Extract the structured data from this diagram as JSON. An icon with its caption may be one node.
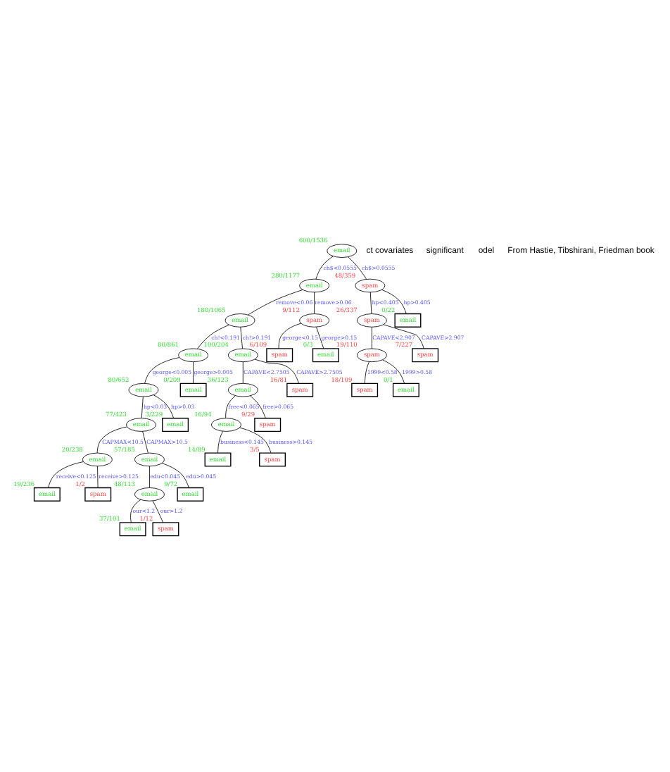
{
  "diagram": {
    "nodes": [
      {
        "text": [
          "email"
        ],
        "beside": [
          "600/1536"
        ]
      },
      {
        "text": [
          "email"
        ],
        "beside": [
          "280/1177"
        ]
      },
      {
        "text": [
          "email"
        ],
        "beside": [
          "180/1065"
        ]
      },
      {
        "text": [
          "email"
        ],
        "beside": [
          "80/861"
        ]
      },
      {
        "text": [
          "email"
        ],
        "beside": [
          "80/652"
        ]
      },
      {
        "text": [
          "email"
        ],
        "beside": [
          "77/423"
        ]
      },
      {
        "text": [
          "email"
        ],
        "beside": [
          "20/238"
        ]
      },
      {
        "text": [
          "email"
        ],
        "beside": [
          "19/236"
        ]
      },
      {
        "text": [
          "spam"
        ],
        "beside": [
          "1/2"
        ]
      },
      {
        "text": [
          "email"
        ],
        "beside": [
          "57/185"
        ]
      },
      {
        "text": [
          "email"
        ],
        "beside": [
          "48/113"
        ]
      },
      {
        "text": [
          "email"
        ],
        "beside": [
          "37/101"
        ]
      },
      {
        "text": [
          "spam"
        ],
        "beside": [
          "1/12"
        ]
      },
      {
        "text": [
          "email"
        ],
        "beside": [
          "9/72"
        ]
      },
      {
        "text": [
          "email"
        ],
        "beside": [
          "3/229"
        ]
      },
      {
        "text": [
          "email"
        ],
        "beside": [
          "0/209"
        ]
      },
      {
        "text": [
          "email"
        ],
        "beside": [
          "100/204"
        ]
      },
      {
        "text": [
          "email"
        ],
        "beside": [
          "36/123"
        ]
      },
      {
        "text": [
          "email"
        ],
        "beside": [
          "16/94"
        ]
      },
      {
        "text": [
          "email"
        ],
        "beside": [
          "14/89"
        ]
      },
      {
        "text": [
          "spam"
        ],
        "beside": [
          "3/5"
        ]
      },
      {
        "text": [
          "spam"
        ],
        "beside": [
          "9/29"
        ]
      },
      {
        "text": [
          "spam"
        ],
        "beside": [
          "16/81"
        ]
      },
      {
        "text": [
          "spam"
        ],
        "beside": [
          "9/112"
        ]
      },
      {
        "text": [
          "spam"
        ],
        "beside": [
          "6/109"
        ]
      },
      {
        "text": [
          "email"
        ],
        "beside": [
          "0/3"
        ]
      },
      {
        "text": [
          "spam"
        ],
        "beside": [
          "48/359"
        ]
      },
      {
        "text": [
          "spam"
        ],
        "beside": [
          "26/337"
        ]
      },
      {
        "text": [
          "spam"
        ],
        "beside": [
          "19/110"
        ]
      },
      {
        "text": [
          "spam"
        ],
        "beside": [
          "18/109"
        ]
      },
      {
        "text": [
          "email"
        ],
        "beside": [
          "0/1"
        ]
      },
      {
        "text": [
          "spam"
        ],
        "beside": [
          "7/227"
        ]
      },
      {
        "text": [
          "email"
        ],
        "beside": [
          "0/22"
        ]
      }
    ],
    "edges": [
      {
        "from": 0,
        "to": 1,
        "arrow": "none",
        "label": "ch$<0.0555"
      },
      {
        "from": 1,
        "to": 2,
        "arrow": "none",
        "label": "remove<0.06"
      },
      {
        "from": 2,
        "to": 3,
        "arrow": "none",
        "label": "ch!<0.191"
      },
      {
        "from": 3,
        "to": 4,
        "arrow": "none",
        "label": "george<0.005"
      },
      {
        "from": 4,
        "to": 5,
        "arrow": "none",
        "label": "hp<0.03"
      },
      {
        "from": 5,
        "to": 6,
        "arrow": "none",
        "label": "CAPMAX<10.5"
      },
      {
        "from": 6,
        "to": 7,
        "arrow": "none",
        "label": "receive<0.125"
      },
      {
        "from": 6,
        "to": 8,
        "arrow": "none",
        "label": "receive>0.125"
      },
      {
        "from": 5,
        "to": 9,
        "arrow": "none",
        "label": "CAPMAX>10.5"
      },
      {
        "from": 9,
        "to": 10,
        "arrow": "none",
        "label": "edu<0.045"
      },
      {
        "from": 10,
        "to": 11,
        "arrow": "none",
        "label": "our<1.2"
      },
      {
        "from": 10,
        "to": 12,
        "arrow": "none",
        "label": "our>1.2"
      },
      {
        "from": 9,
        "to": 13,
        "arrow": "none",
        "label": "edu>0.045"
      },
      {
        "from": 4,
        "to": 14,
        "arrow": "none",
        "label": "hp>0.03"
      },
      {
        "from": 3,
        "to": 15,
        "arrow": "none",
        "label": "george>0.005"
      },
      {
        "from": 2,
        "to": 16,
        "arrow": "none",
        "label": "ch!>0.191"
      },
      {
        "from": 16,
        "to": 17,
        "arrow": "none",
        "label": "CAPAVE<2.7505"
      },
      {
        "from": 17,
        "to": 18,
        "arrow": "none",
        "label": "free<0.065"
      },
      {
        "from": 18,
        "to": 19,
        "arrow": "none",
        "label": "business<0.145"
      },
      {
        "from": 18,
        "to": 20,
        "arrow": "none",
        "label": "business>0.145"
      },
      {
        "from": 17,
        "to": 21,
        "arrow": "none",
        "label": "free>0.065"
      },
      {
        "from": 16,
        "to": 22,
        "arrow": "none",
        "label": "CAPAVE>2.7505"
      },
      {
        "from": 1,
        "to": 23,
        "arrow": "none",
        "label": "remove>0.06"
      },
      {
        "from": 23,
        "to": 24,
        "arrow": "none",
        "label": "george<0.15"
      },
      {
        "from": 23,
        "to": 25,
        "arrow": "none",
        "label": "george>0.15"
      },
      {
        "from": 0,
        "to": 26,
        "arrow": "none",
        "label": "ch$>0.0555"
      },
      {
        "from": 26,
        "to": 27,
        "arrow": "none",
        "label": "hp<0.405"
      },
      {
        "from": 27,
        "to": 28,
        "arrow": "none",
        "label": "CAPAVE<2.907"
      },
      {
        "from": 28,
        "to": 29,
        "arrow": "none",
        "label": "1999<0.58"
      },
      {
        "from": 28,
        "to": 30,
        "arrow": "none",
        "label": "1999>0.58"
      },
      {
        "from": 27,
        "to": 31,
        "arrow": "none",
        "label": "CAPAVE>2.907"
      },
      {
        "from": 26,
        "to": 32,
        "arrow": "none",
        "label": "hp>0.405"
      }
    ],
    "labels": [
      "ct covariates",
      "significant",
      "odel",
      "From Hastie, Tibshirani, Friedman book"
    ]
  }
}
